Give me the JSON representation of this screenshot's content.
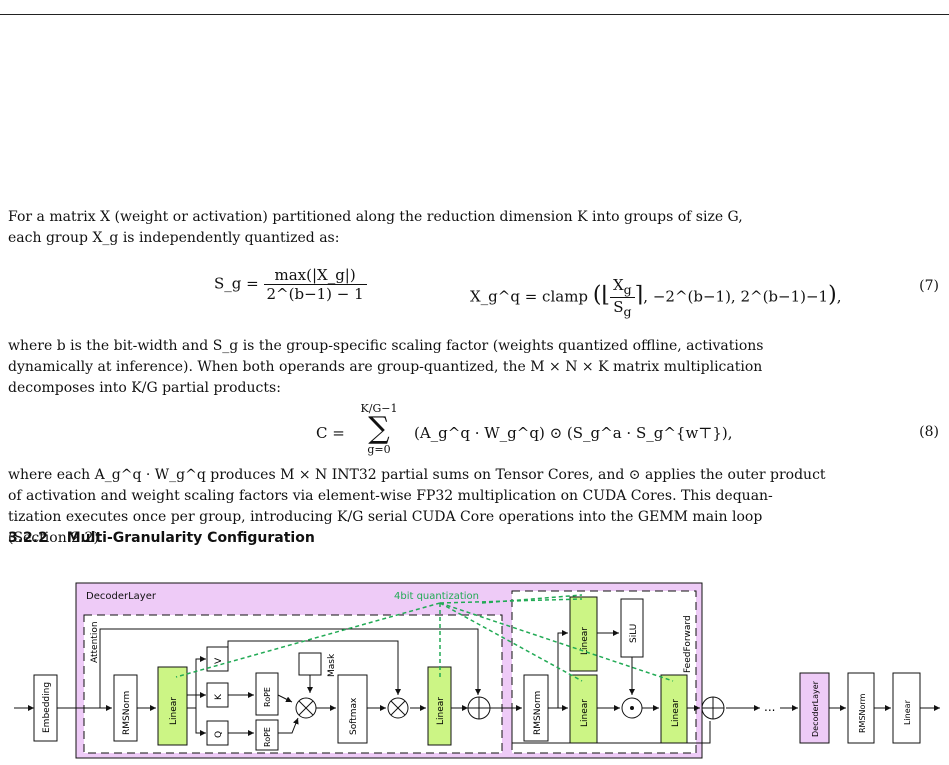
{
  "para1": {
    "line1": "For a matrix X (weight or activation) partitioned along the reduction dimension K into groups of size G,",
    "line2": "each group X_g is independently quantized as:"
  },
  "eq7": {
    "label": "(7)",
    "scale_lhs": "S_g =",
    "scale_num": "max(|X_g|)",
    "scale_den": "2^(b−1) − 1",
    "quant_lhs": "X_g^q = clamp",
    "quant_args": "−2^(b−1), 2^(b−1)−1"
  },
  "para2": {
    "line1": "where b is the bit-width and S_g is the group-specific scaling factor (weights quantized offline, activations",
    "line2": "dynamically at inference). When both operands are group-quantized, the M × N × K matrix multiplication",
    "line3": "decomposes into K/G partial products:"
  },
  "eq8": {
    "label": "(8)",
    "lhs": "C =",
    "sum_top": "K/G−1",
    "sum_bottom": "g=0",
    "body": "(A_g^q · W_g^q) ⊙ (S_g^a · S_g^{w⊤}),"
  },
  "para3": {
    "line1": "where each A_g^q · W_g^q produces M × N INT32 partial sums on Tensor Cores, and ⊙ applies the outer product",
    "line2": "of activation and weight scaling factors via element-wise FP32 multiplication on CUDA Cores. This dequan-",
    "line3": "tization executes once per group, introducing K/G serial CUDA Core operations into the GEMM main loop",
    "line4": "(Section 2.2)."
  },
  "section": {
    "number": "3.2.2",
    "title": "Multi-Granularity Configuration"
  },
  "figure": {
    "decoder_label": "DecoderLayer",
    "attention_label": "Attention",
    "ffn_label": "FeedForward",
    "quant_label": "4bit quantization",
    "embedding": "Embedding",
    "rmsnorm": "RMSNorm",
    "linear": "Linear",
    "v": "V",
    "k": "K",
    "q": "Q",
    "rope": "RoPE",
    "mask": "Mask",
    "softmax": "Softmax",
    "silu": "SiLU",
    "dots": "...",
    "decoder_layer_box": "DecoderLayer",
    "colors": {
      "decoder_fill": "#eecbf7",
      "linear_fill": "#ccf585",
      "quant_line": "#22aa55"
    }
  }
}
